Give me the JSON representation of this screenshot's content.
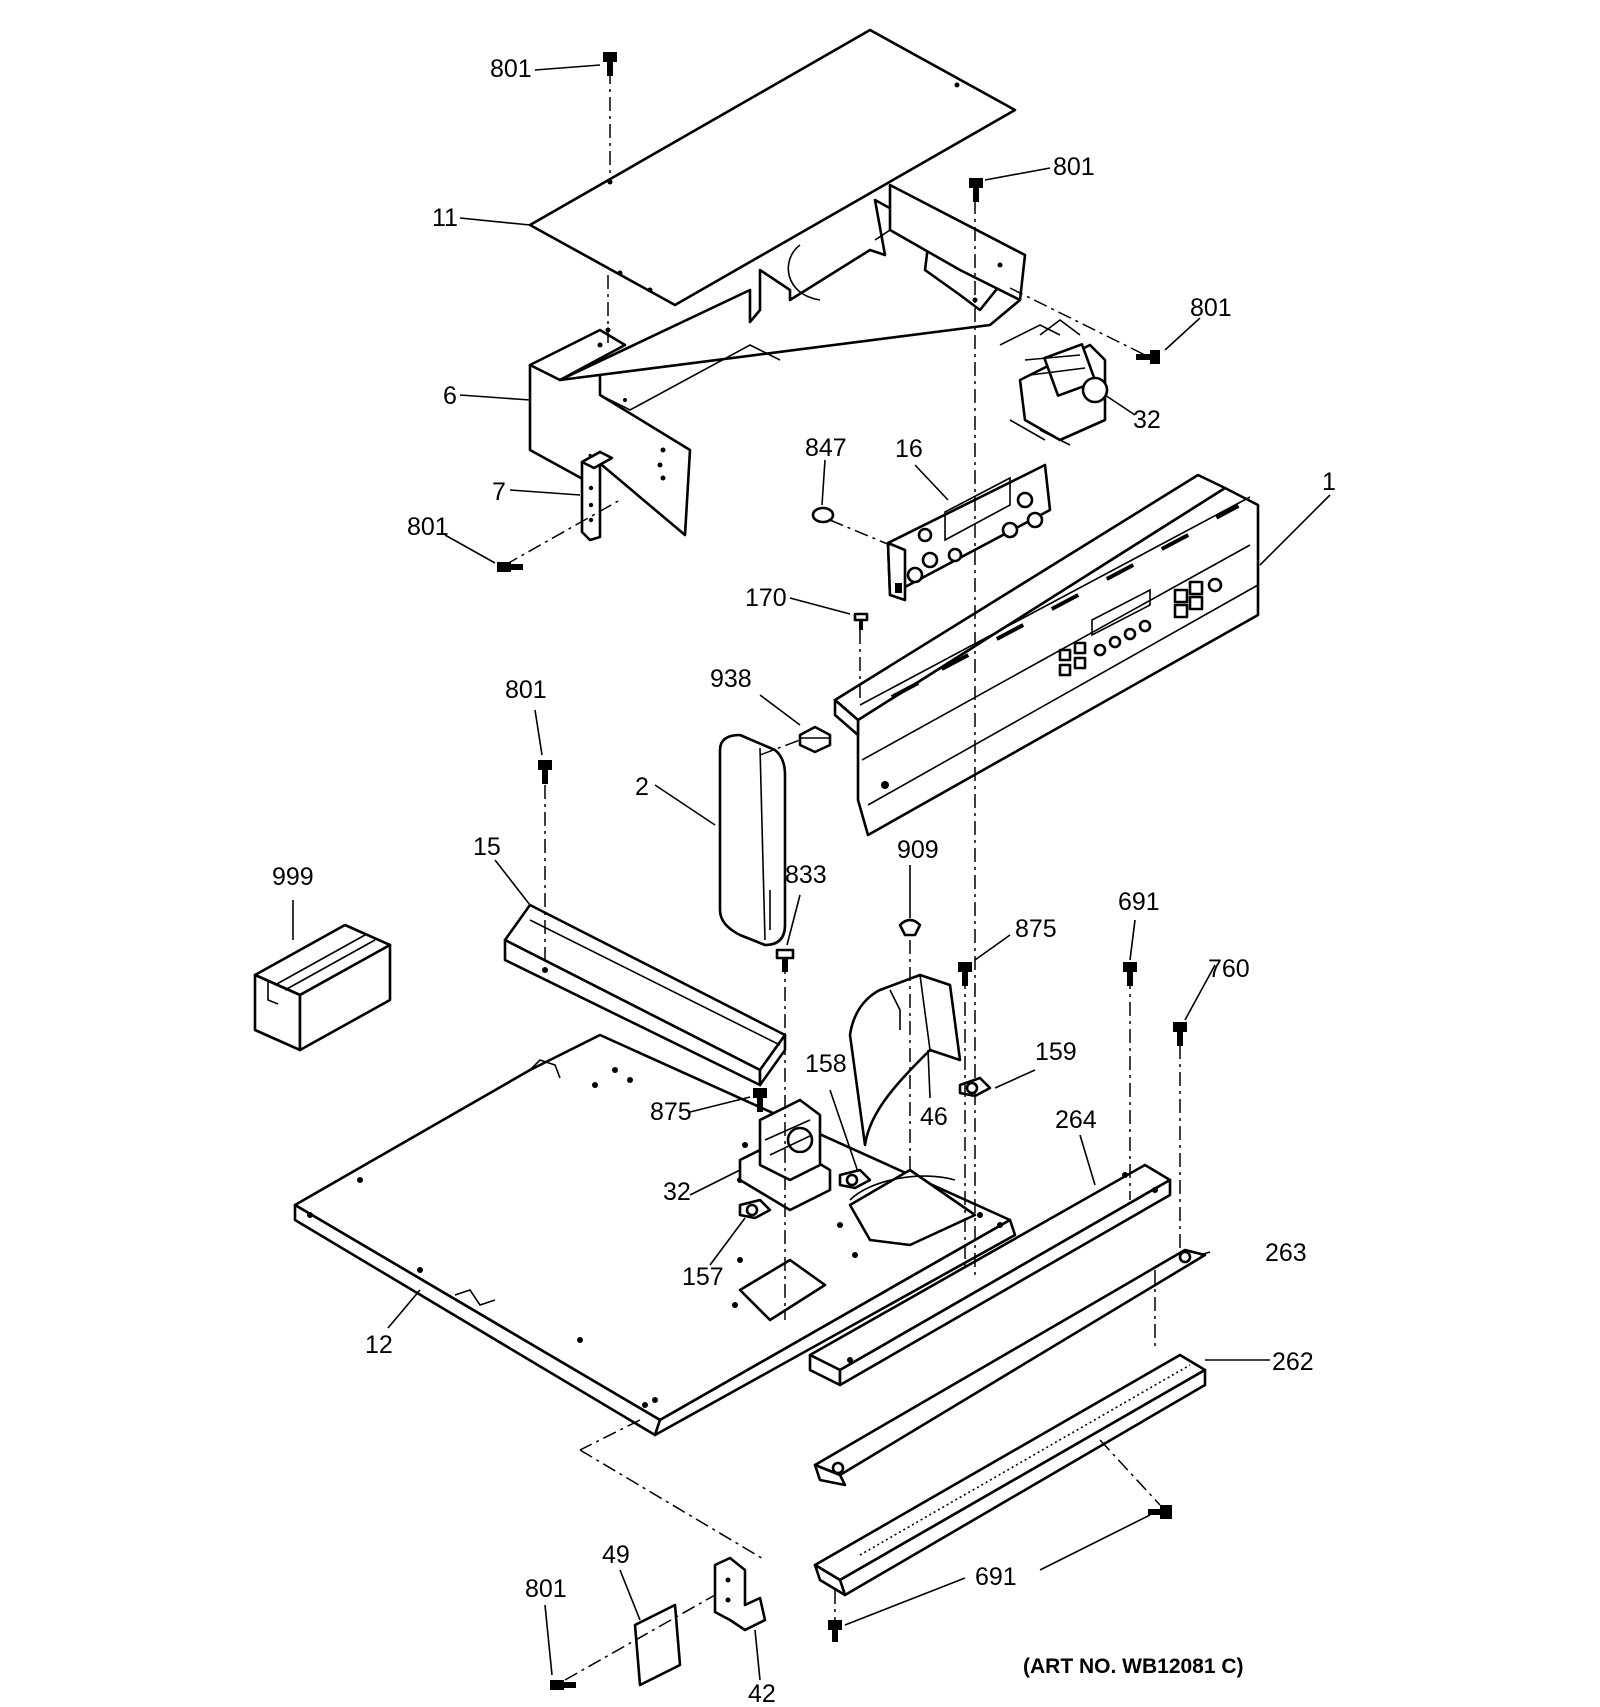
{
  "labels": {
    "p801a": "801",
    "p11": "11",
    "p6": "6",
    "p7": "7",
    "p801b": "801",
    "p801c": "801",
    "p801d": "801",
    "p32a": "32",
    "p847": "847",
    "p16": "16",
    "p1": "1",
    "p170": "170",
    "p938": "938",
    "p801e": "801",
    "p2": "2",
    "p15": "15",
    "p999": "999",
    "p833": "833",
    "p909": "909",
    "p875a": "875",
    "p691a": "691",
    "p760": "760",
    "p159": "159",
    "p158": "158",
    "p875b": "875",
    "p46": "46",
    "p264": "264",
    "p32b": "32",
    "p263": "263",
    "p157": "157",
    "p262": "262",
    "p12": "12",
    "p49": "49",
    "p801f": "801",
    "p691b": "691",
    "p42": "42"
  },
  "art_number": "(ART NO. WB12081 C)"
}
